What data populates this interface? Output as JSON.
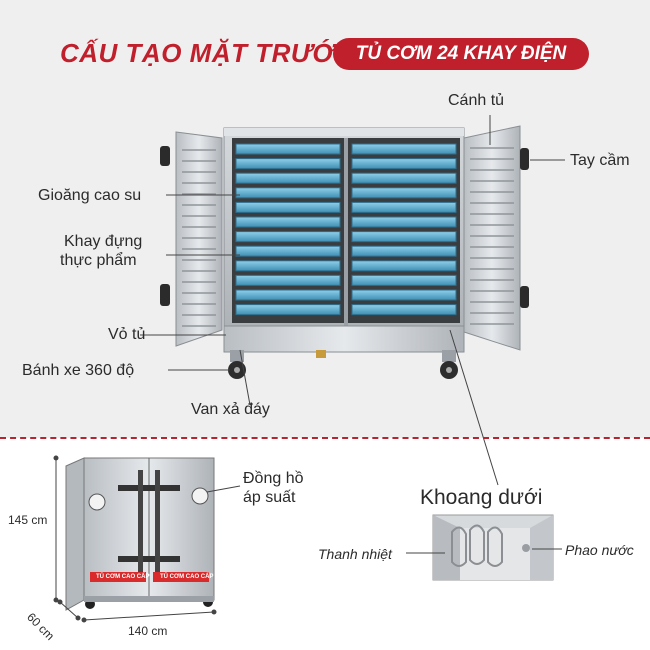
{
  "title": {
    "part1": "CẤU TẠO MẶT TRƯỚC",
    "part2": "TỦ CƠM 24 KHAY ĐIỆN"
  },
  "labels": {
    "door": "Cánh tủ",
    "handle": "Tay cầm",
    "gasket": "Gioăng cao su",
    "tray_line1": "Khay đựng",
    "tray_line2": "thực phẩm",
    "body": "Vỏ tủ",
    "wheel": "Bánh xe 360 độ",
    "valve": "Van xả đáy",
    "gauge_line1": "Đồng hồ",
    "gauge_line2": "áp suất",
    "bottom_chamber": "Khoang dưới",
    "heater": "Thanh nhiệt",
    "float": "Phao nước"
  },
  "dimensions": {
    "height": "145 cm",
    "depth": "60 cm",
    "width": "140 cm"
  },
  "cabinet_sticker": "TỦ CƠM CAO CẤP",
  "colors": {
    "accent": "#c0202c",
    "tray": "#5fa8c8",
    "steel": "#c9cdd1"
  }
}
